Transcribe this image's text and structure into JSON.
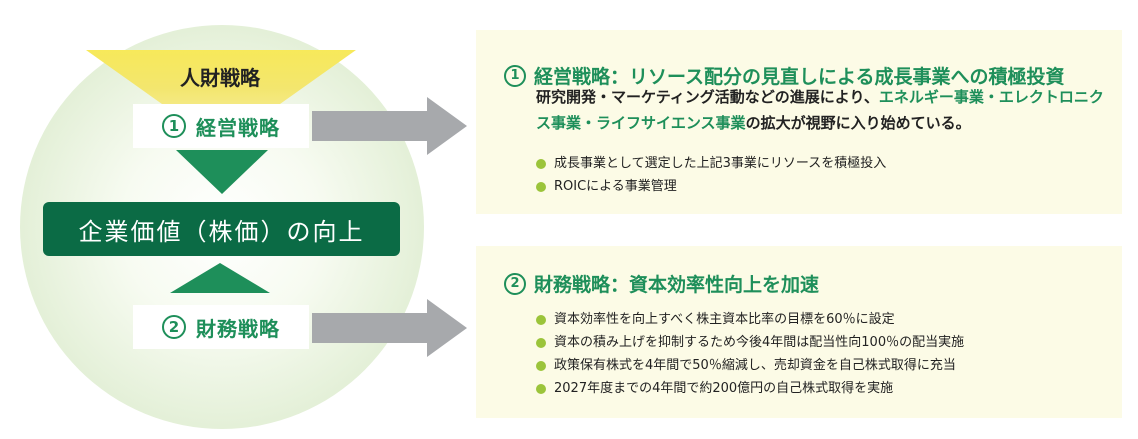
{
  "left": {
    "funnel_label": "人財戦略",
    "strategy1": {
      "num": "1",
      "label": "経営戦略"
    },
    "center_label": "企業価値（株価）の向上",
    "strategy2": {
      "num": "2",
      "label": "財務戦略"
    }
  },
  "panel1": {
    "num": "1",
    "title": "経営戦略：リソース配分の見直しによる成長事業への積極投資",
    "desc_part1": "研究開発・マーケティング活動などの進展により、",
    "desc_highlight": "エネルギー事業・エレクトロニクス事業・ライフサイエンス事業",
    "desc_part2": "の拡大が視野に入り始めている。",
    "bullets": [
      "成長事業として選定した上記3事業にリソースを積極投入",
      "ROICによる事業管理"
    ]
  },
  "panel2": {
    "num": "2",
    "title": "財務戦略：資本効率性向上を加速",
    "bullets": [
      "資本効率性を向上すべく株主資本比率の目標を60％に設定",
      "資本の積み上げを抑制するため今後4年間は配当性向100％の配当実施",
      "政策保有株式を4年間で50％縮減し、売却資金を自己株式取得に充当",
      "2027年度までの4年間で約200億円の自己株式取得を実施"
    ]
  },
  "colors": {
    "green": "#1e8f5a",
    "dark_green": "#0b6b45",
    "yellow": "#f3e66e",
    "bullet": "#9bc43a",
    "panel_bg": "#fcfbe6",
    "arrow_grey": "#a7a9ac"
  }
}
